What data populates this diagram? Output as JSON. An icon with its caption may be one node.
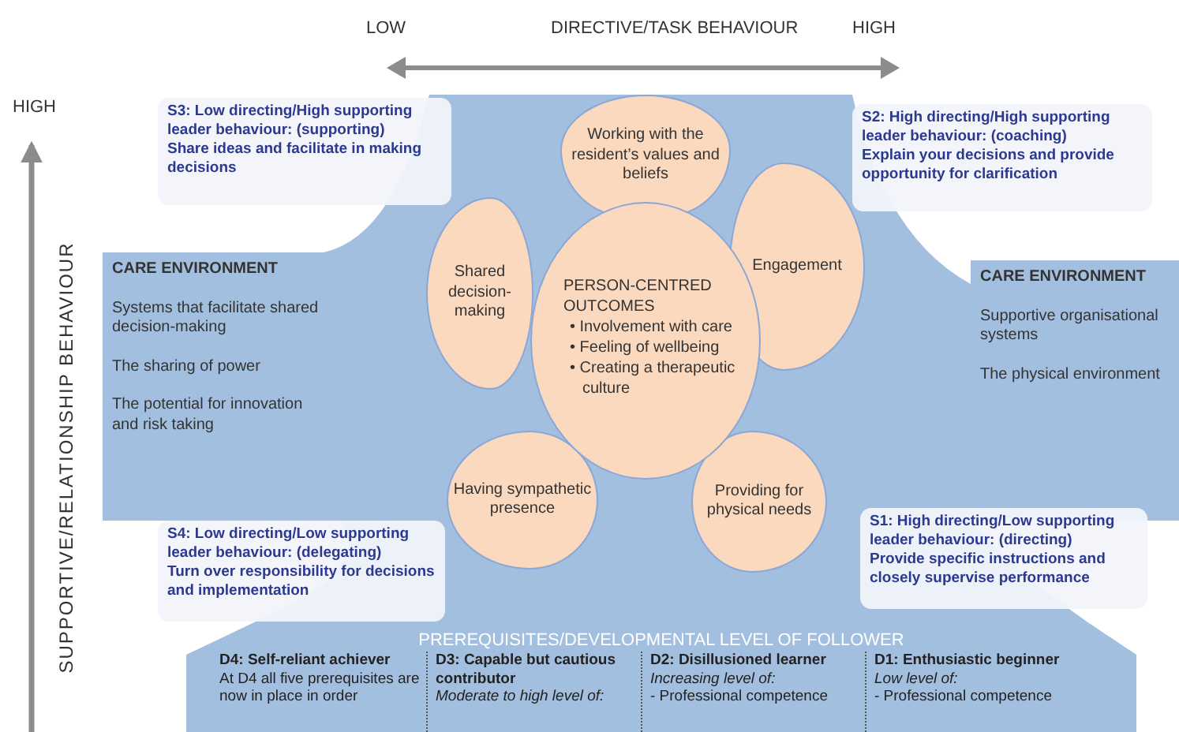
{
  "diagram": {
    "nodes": [
      {
        "text": [
          "S3: Low directing/High supporting leader behaviour: (supporting)",
          "Share ideas and facilitate in making decisions"
        ]
      },
      {
        "text": [
          "Working with the resident’s values and beliefs"
        ]
      },
      {
        "text": [
          "S2: High directing/High supporting leader behaviour: (coaching)",
          "Explain your decisions and provide opportunity for clarification"
        ]
      },
      {
        "text": [
          "CARE ENVIRONMENT",
          "Systems that facilitate shared decision-making",
          "The sharing of power",
          "The potential for innovation and risk taking"
        ]
      },
      {
        "text": [
          "Shared decision-making"
        ]
      },
      {
        "text": [
          "PERSON-CENTRED OUTCOMES",
          "• Involvement with care",
          "• Feeling of wellbeing",
          "• Creating a therapeutic culture"
        ]
      },
      {
        "text": [
          "Engagement"
        ]
      },
      {
        "text": [
          "CARE ENVIRONMENT",
          "Supportive organisational systems",
          "The physical environment"
        ]
      },
      {
        "text": [
          "Having sympathetic presence"
        ]
      },
      {
        "text": [
          "Providing for physical needs"
        ]
      },
      {
        "text": [
          "S4: Low directing/Low supporting leader behaviour: (delegating)",
          "Turn over responsibility for decisions and implementation"
        ]
      },
      {
        "text": [
          "S1: High directing/Low supporting leader behaviour: (directing)",
          "Provide specific instructions and closely supervise performance"
        ]
      },
      {
        "text": [
          "PREREQUISITES/DEVELOPMENTAL LEVEL OF FOLLOWER"
        ]
      },
      {
        "text": [
          "D4: Self-reliant achiever",
          "At D4 all five prerequisites are now in place in order"
        ],
        "in": 12
      },
      {
        "text": [
          "D3: Capable but cautious contributor",
          "Moderate to high level of:"
        ],
        "in": 12
      },
      {
        "text": [
          "D2: Disillusioned learner",
          "Increasing level of:",
          "- Professional competence"
        ],
        "in": 12
      },
      {
        "text": [
          "D1: Enthusiastic beginner",
          "Low level of:",
          "- Professional competence"
        ],
        "in": 12
      }
    ],
    "edges": [],
    "labels": [
      "LOW",
      "DIRECTIVE/TASK BEHAVIOUR",
      "HIGH",
      "HIGH",
      "SUPPORTIVE/RELATIONSHIP BEHAVIOUR"
    ]
  }
}
